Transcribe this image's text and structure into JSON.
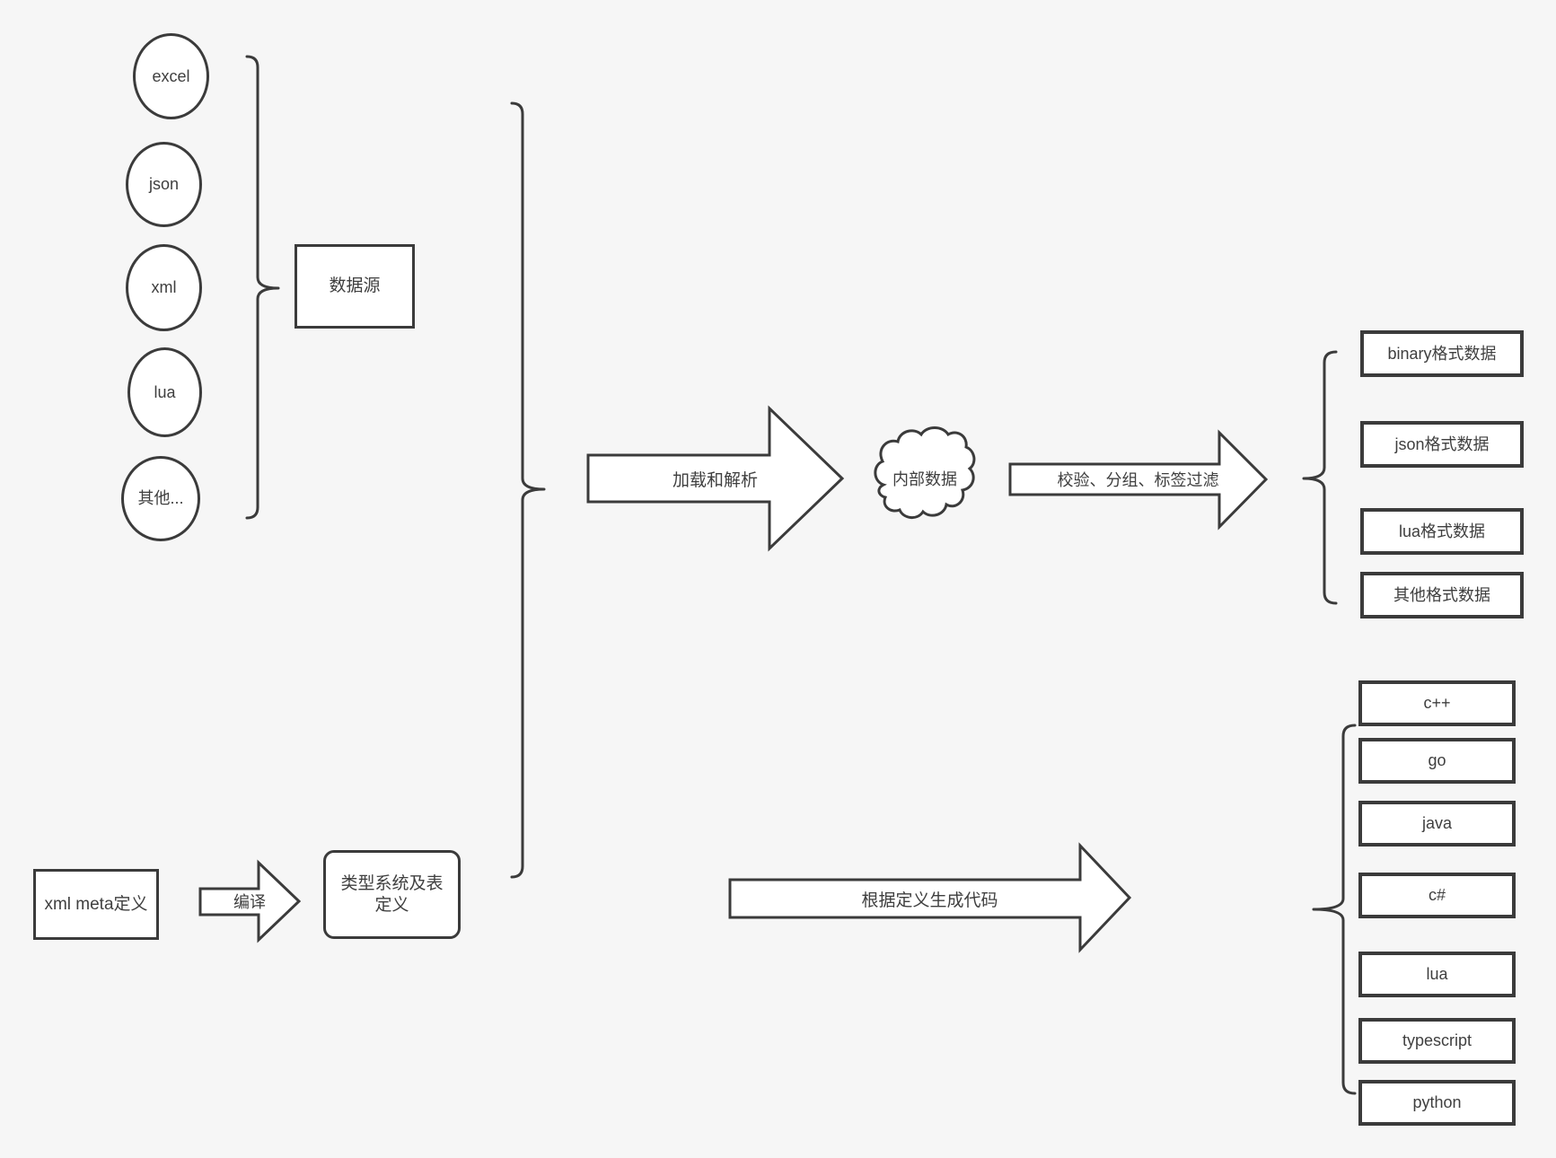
{
  "colors": {
    "background": "#f6f6f6",
    "stroke": "#3b3b3b",
    "shape_fill": "#ffffff",
    "text": "#3f3f3f"
  },
  "sources": {
    "items": [
      {
        "label": "excel"
      },
      {
        "label": "json"
      },
      {
        "label": "xml"
      },
      {
        "label": "lua"
      },
      {
        "label": "其他..."
      }
    ],
    "group_box": "数据源"
  },
  "pipeline": {
    "load_arrow": "加载和解析",
    "cloud": "内部数据",
    "filter_arrow": "校验、分组、标签过滤"
  },
  "outputs": {
    "formats": [
      {
        "label": "binary格式数据"
      },
      {
        "label": "json格式数据"
      },
      {
        "label": "lua格式数据"
      },
      {
        "label": "其他格式数据"
      }
    ]
  },
  "definition": {
    "meta_box": "xml meta定义",
    "compile_arrow": "编译",
    "type_box": "类型系统及表定义",
    "generate_arrow": "根据定义生成代码"
  },
  "codegen": {
    "languages": [
      {
        "label": "c++"
      },
      {
        "label": "go"
      },
      {
        "label": "java"
      },
      {
        "label": "c#"
      },
      {
        "label": "lua"
      },
      {
        "label": "typescript"
      },
      {
        "label": "python"
      }
    ]
  }
}
